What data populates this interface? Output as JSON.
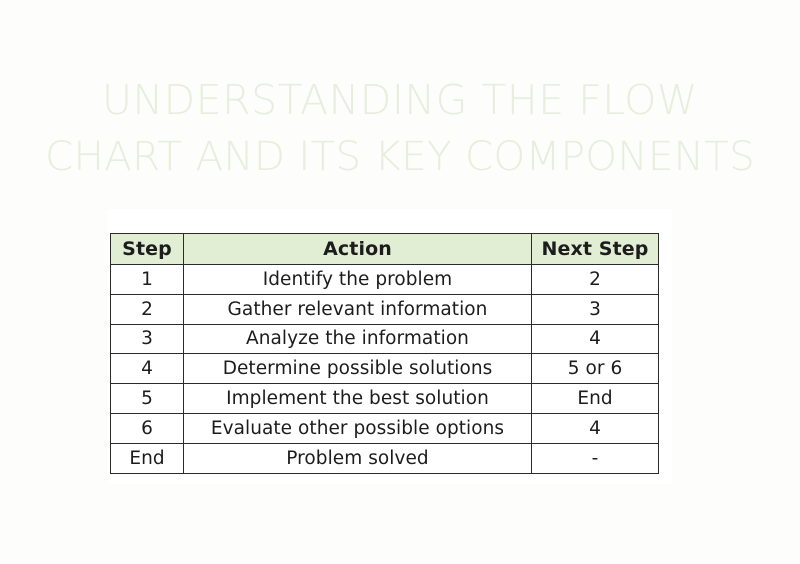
{
  "page": {
    "background_color": "#fdfdfb",
    "card_color": "#ffffff"
  },
  "title": {
    "line1": "UNDERSTANDING THE FLOW",
    "line2": "CHART AND ITS KEY COMPONENTS",
    "color": "#e7eedd"
  },
  "table": {
    "header_background": "#e2eed4",
    "border_color": "#2b2b2b",
    "columns": [
      "Step",
      "Action",
      "Next Step"
    ],
    "rows": [
      {
        "step": "1",
        "action": "Identify the problem",
        "next": "2"
      },
      {
        "step": "2",
        "action": "Gather relevant information",
        "next": "3"
      },
      {
        "step": "3",
        "action": "Analyze the information",
        "next": "4"
      },
      {
        "step": "4",
        "action": "Determine possible solutions",
        "next": "5 or 6"
      },
      {
        "step": "5",
        "action": "Implement the best solution",
        "next": "End"
      },
      {
        "step": "6",
        "action": "Evaluate other possible options",
        "next": "4"
      },
      {
        "step": "End",
        "action": "Problem solved",
        "next": "-"
      }
    ]
  }
}
